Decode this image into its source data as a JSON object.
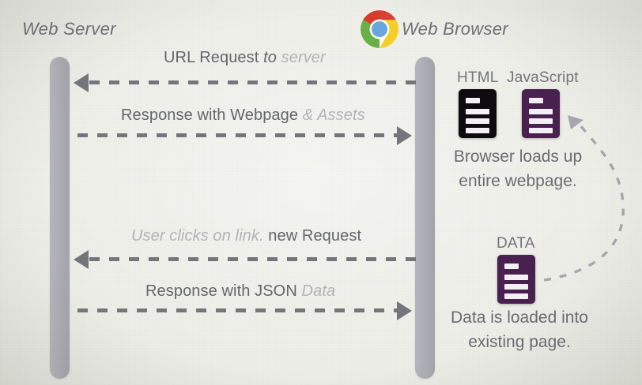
{
  "diagram": {
    "type": "sequence-diagram",
    "title_server": "Web Server",
    "title_browser": "Web Browser",
    "background_color": "#e9eae2",
    "lifeline_color": "#aeaeb5",
    "arrow_color": "#75767c",
    "text_color": "#6b6c72",
    "faint_text_color": "#b3b4b6"
  },
  "actors": [
    {
      "id": "server",
      "label": "Web Server",
      "icon": "none"
    },
    {
      "id": "browser",
      "label": "Web Browser",
      "icon": "chrome-logo"
    }
  ],
  "messages": [
    {
      "index": 1,
      "direction": "browser-to-server",
      "parts": [
        {
          "text": "URL Request ",
          "style": "normal"
        },
        {
          "text": "to ",
          "style": "italic"
        },
        {
          "text": "server",
          "style": "italic-faint"
        }
      ],
      "plain": "URL Request to server"
    },
    {
      "index": 2,
      "direction": "server-to-browser",
      "parts": [
        {
          "text": "Response with Webpage ",
          "style": "normal"
        },
        {
          "text": "& Assets",
          "style": "italic-faint"
        }
      ],
      "plain": "Response with Webpage & Assets"
    },
    {
      "index": 3,
      "direction": "browser-to-server",
      "parts": [
        {
          "text": "User clicks on link. ",
          "style": "italic-faint"
        },
        {
          "text": "new Request",
          "style": "normal"
        }
      ],
      "plain": "User clicks on link. new Request"
    },
    {
      "index": 4,
      "direction": "server-to-browser",
      "parts": [
        {
          "text": "Response with JSON ",
          "style": "normal"
        },
        {
          "text": "Data",
          "style": "italic-faint"
        }
      ],
      "plain": "Response with JSON Data"
    }
  ],
  "artifacts": [
    {
      "id": "html",
      "caption": "HTML",
      "color": "#0c0a0c",
      "bars": 4
    },
    {
      "id": "javascript",
      "caption": "JavaScript",
      "color": "#48204e",
      "bars": 4
    },
    {
      "id": "data",
      "caption": "DATA",
      "color": "#48204e",
      "bars": 4
    }
  ],
  "notes": [
    {
      "id": "note-load",
      "line1": "Browser loads up",
      "line2": "entire webpage."
    },
    {
      "id": "note-data",
      "line1": "Data is loaded into",
      "line2": "existing page."
    }
  ],
  "curve": {
    "id": "data-into-page-arrow",
    "style": "dashed-curved",
    "color": "#a9a7ae",
    "from": "data-icon",
    "to": "javascript-icon",
    "arrowhead": "left"
  }
}
